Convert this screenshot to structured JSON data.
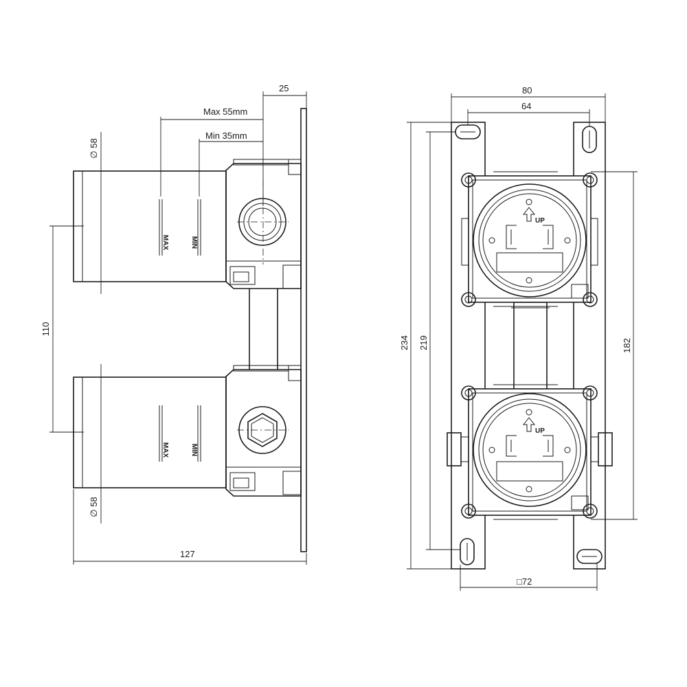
{
  "side_view": {
    "dim_overall_depth": "127",
    "dim_plate_offset": "25",
    "dim_max_depth": "Max 55mm",
    "dim_min_depth": "Min 35mm",
    "dim_center_distance": "110",
    "dim_top_diameter": "∅ 58",
    "dim_bottom_diameter": "∅ 58",
    "top_max_label": "MAX",
    "top_min_label": "MIN",
    "bottom_max_label": "MAX",
    "bottom_min_label": "MIN"
  },
  "front_view": {
    "dim_overall_width": "80",
    "dim_slot_spacing": "64",
    "dim_overall_height": "234",
    "dim_slot_height": "219",
    "dim_body_height": "182",
    "dim_square": "□72",
    "top_up_label": "UP",
    "bottom_up_label": "UP"
  }
}
